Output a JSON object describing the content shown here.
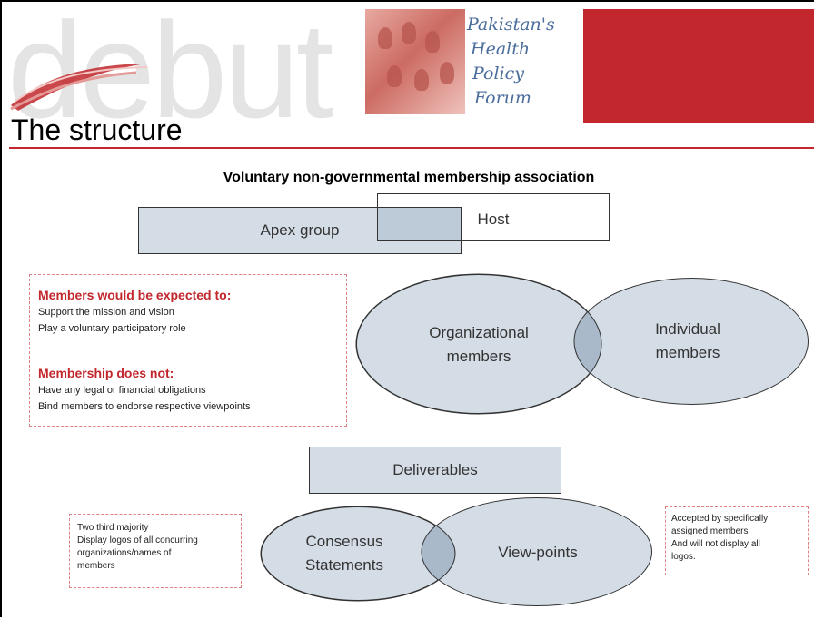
{
  "header": {
    "watermark": "debut",
    "logo_lines": [
      "Pakistan's",
      "Health",
      "Policy",
      "Forum"
    ]
  },
  "slide_title": "The structure",
  "heading": "Voluntary non-governmental membership association",
  "boxes": {
    "apex": "Apex group",
    "host": "Host",
    "deliverables": "Deliverables"
  },
  "members": {
    "organizational": [
      "Organizational",
      "members"
    ],
    "individual": [
      "Individual",
      "members"
    ]
  },
  "outputs": {
    "consensus": [
      "Consensus",
      "Statements"
    ],
    "viewpoints": "View-points"
  },
  "expectations": {
    "heading": "Members would be expected to:",
    "items": [
      "Support the mission and vision",
      "Play a voluntary participatory role"
    ]
  },
  "non_obligations": {
    "heading": "Membership does not:",
    "items": [
      "Have any legal or financial obligations",
      "Bind members to endorse respective viewpoints"
    ]
  },
  "consensus_note": [
    "Two third majority",
    "Display logos of all concurring",
    "organizations/names of",
    "members"
  ],
  "viewpoints_note": [
    "Accepted by specifically",
    "assigned members",
    "And will not display all",
    "logos."
  ],
  "colors": {
    "accent_red": "#c1272d",
    "shape_fill": "#d4dde6",
    "overlap_fill": "#a9b9c9"
  }
}
